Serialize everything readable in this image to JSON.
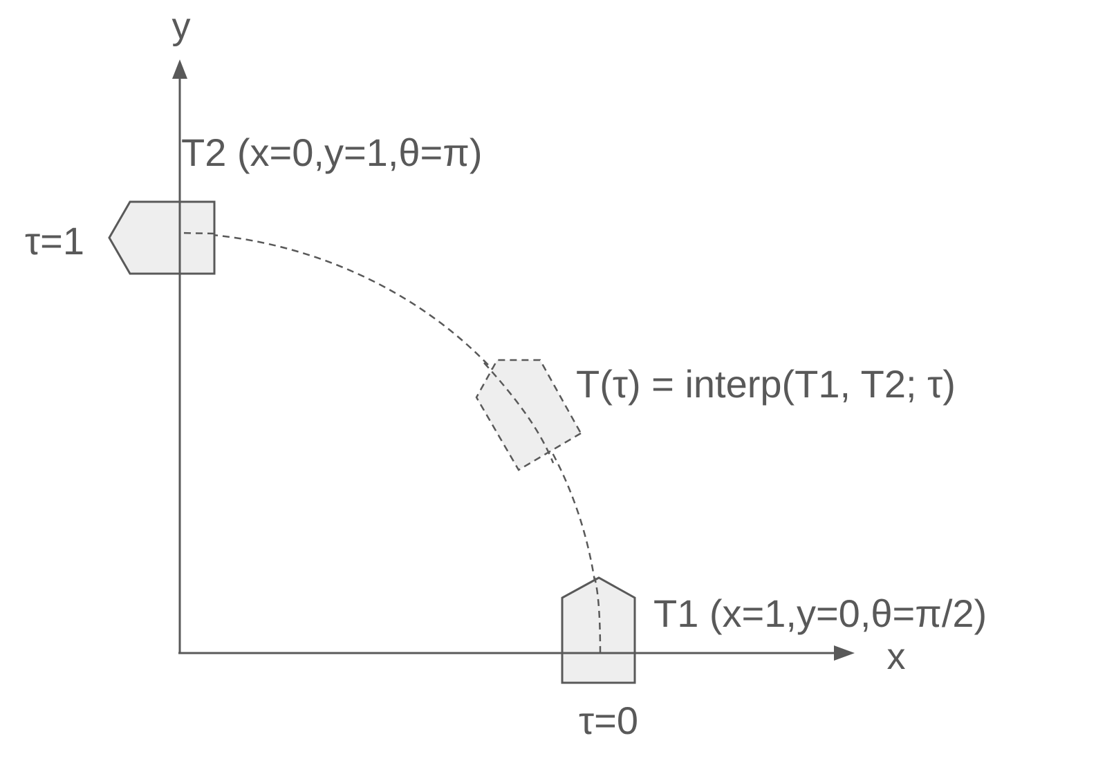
{
  "axes": {
    "x_label": "x",
    "y_label": "y"
  },
  "poses": {
    "start": {
      "label": "T1 (x=1,y=0,θ=π/2)",
      "time_label": "τ=0"
    },
    "end": {
      "label": "T2 (x=0,y=1,θ=π)",
      "time_label": "τ=1"
    },
    "intermediate": {
      "label": "T(τ) = interp(T1, T2; τ)"
    }
  },
  "colors": {
    "stroke": "#595959",
    "shape_fill": "#eeeeee",
    "background": "#ffffff"
  }
}
